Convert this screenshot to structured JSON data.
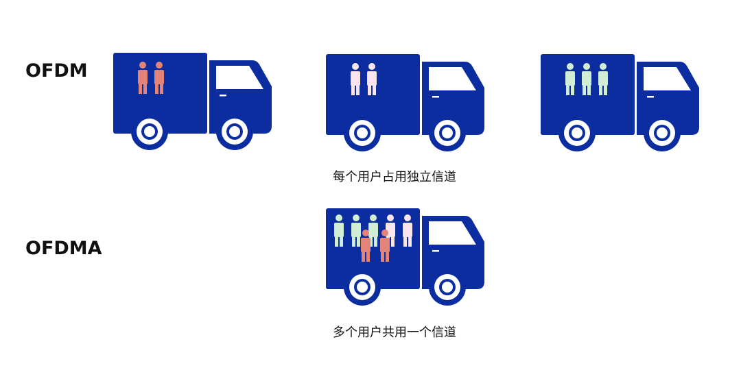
{
  "labels": {
    "ofdm": "OFDM",
    "ofdma": "OFDMA"
  },
  "captions": {
    "ofdm": "每个用户占用独立信道",
    "ofdma": "多个用户共用一个信道"
  },
  "colors": {
    "truck": "#0b2da0",
    "window": "#ffffff",
    "user_red": "#e48377",
    "user_white": "#fbe5ec",
    "user_green": "#cfeed3"
  },
  "trucks": [
    {
      "id": "truck-1",
      "users": [
        "red",
        "red"
      ]
    },
    {
      "id": "truck-2",
      "users": [
        "white",
        "white"
      ]
    },
    {
      "id": "truck-3",
      "users": [
        "green",
        "green",
        "green"
      ]
    },
    {
      "id": "truck-4",
      "users": [
        "green",
        "green",
        "green",
        "white",
        "white",
        "red",
        "red"
      ]
    }
  ]
}
